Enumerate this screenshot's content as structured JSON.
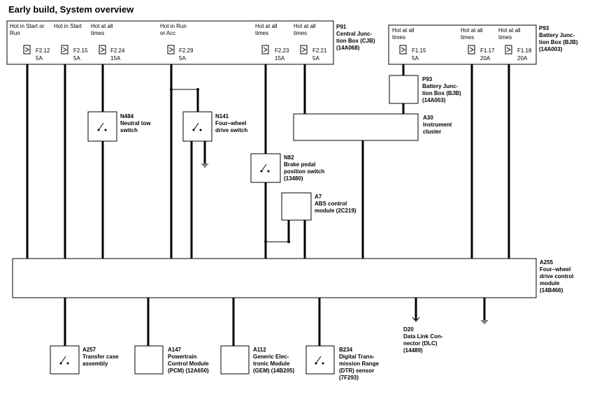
{
  "title": "Early build, System overview",
  "cjb": {
    "id": "P91",
    "name_lines": [
      "Central Junc-",
      "tion Box (CJB)",
      "(14A068)"
    ],
    "fuses": [
      {
        "hot": [
          "Hot in Start or",
          "Run"
        ],
        "fuse": "F2.12",
        "amps": "5A"
      },
      {
        "hot": [
          "Hot in Start"
        ],
        "fuse": "F2.15",
        "amps": "5A"
      },
      {
        "hot": [
          "Hot at all",
          "times"
        ],
        "fuse": "F2.24",
        "amps": "15A"
      },
      {
        "hot": [
          "Hot in Run",
          "or Acc"
        ],
        "fuse": "F2.29",
        "amps": "5A"
      },
      {
        "hot": [
          "Hot at all",
          "times"
        ],
        "fuse": "F2.23",
        "amps": "15A"
      },
      {
        "hot": [
          "Hot at all",
          "times"
        ],
        "fuse": "F2.21",
        "amps": "5A"
      }
    ]
  },
  "bjb": {
    "id": "P93",
    "name_lines": [
      "Battery Junc-",
      "tion Box (BJB)",
      "(14A003)"
    ],
    "fuses": [
      {
        "hot": [
          "Hot at all",
          "times"
        ],
        "fuse": "F1.15",
        "amps": "5A"
      },
      {
        "hot": [
          "Hot at all",
          "times"
        ],
        "fuse": "F1.17",
        "amps": "20A"
      },
      {
        "hot": [
          "Hot at all",
          "times"
        ],
        "fuse": "F1.18",
        "amps": "20A"
      }
    ]
  },
  "components": {
    "n484": {
      "id": "N484",
      "lines": [
        "Neutral tow",
        "switch"
      ]
    },
    "n141": {
      "id": "N141",
      "lines": [
        "Four–wheel",
        "drive switch"
      ]
    },
    "n82": {
      "id": "N82",
      "lines": [
        "Brake pedal",
        "position switch",
        "(13480)"
      ]
    },
    "a7": {
      "id": "A7",
      "lines": [
        "ABS control",
        "module (2C219)"
      ]
    },
    "p93_inline": {
      "id": "P93",
      "lines": [
        "Battery Junc-",
        "tion Box (BJB)",
        "(14A003)"
      ]
    },
    "a30": {
      "id": "A30",
      "lines": [
        "Instrument",
        "cluster"
      ]
    },
    "a255": {
      "id": "A255",
      "lines": [
        "Four–wheel",
        "drive control",
        "module",
        "(14B466)"
      ]
    },
    "d20": {
      "id": "D20",
      "lines": [
        "Data Link Con-",
        "nector (DLC)",
        "(14489)"
      ]
    },
    "a257": {
      "id": "A257",
      "lines": [
        "Transfer case",
        "assembly"
      ]
    },
    "a147": {
      "id": "A147",
      "lines": [
        "Powertrain",
        "Control Module",
        "(PCM) (12A650)"
      ]
    },
    "a112": {
      "id": "A112",
      "lines": [
        "Generic Elec-",
        "tronic Module",
        "(GEM) (14B205)"
      ]
    },
    "b234": {
      "id": "B234",
      "lines": [
        "Digital Trans-",
        "mission Range",
        "(DTR) sensor",
        "(7F293)"
      ]
    }
  }
}
